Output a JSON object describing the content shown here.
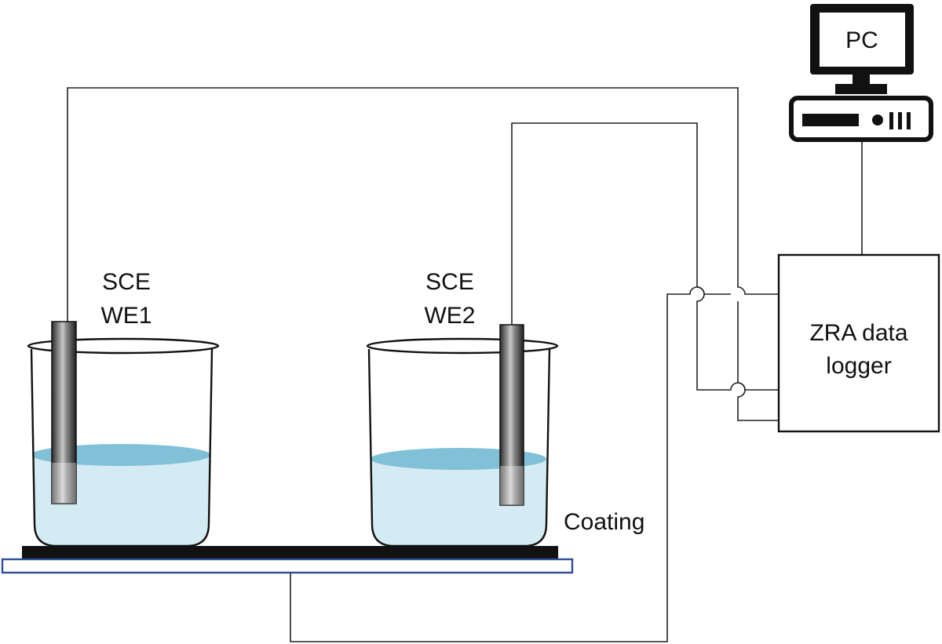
{
  "labels": {
    "pc": "PC",
    "beaker1_top": "SCE",
    "beaker1_bottom": "WE1",
    "beaker2_top": "SCE",
    "beaker2_bottom": "WE2",
    "logger_line1": "ZRA data",
    "logger_line2": "logger",
    "coating": "Coating"
  },
  "colors": {
    "solution_fill": "#d5ebf3",
    "solution_surface": "#80c1d8",
    "coating_plate": "#111111",
    "substrate_border": "#2e4d9c",
    "wire": "#222222"
  },
  "icons": {
    "pc": "desktop-computer-icon"
  }
}
